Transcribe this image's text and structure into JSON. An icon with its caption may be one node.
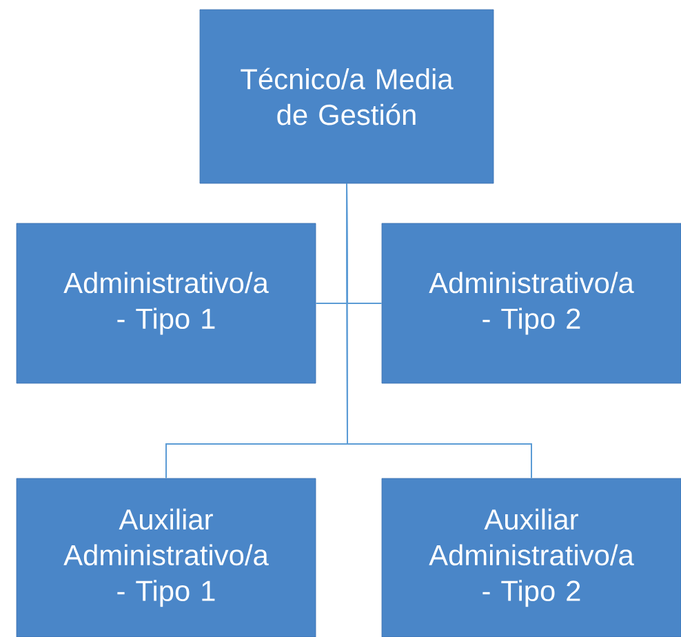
{
  "diagram": {
    "nodes": [
      {
        "text": [
          "Técnico/a Media de Gestión"
        ]
      },
      {
        "text": [
          "Administrativo/a - Tipo 1"
        ]
      },
      {
        "text": [
          "Administrativo/a - Tipo 2"
        ]
      },
      {
        "text": [
          "Auxiliar Administrativo/a - Tipo 1"
        ]
      },
      {
        "text": [
          "Auxiliar Administrativo/a - Tipo 2"
        ]
      }
    ],
    "edges": [
      {
        "from": 0,
        "to": 1,
        "arrow": "none"
      },
      {
        "from": 0,
        "to": 2,
        "arrow": "none"
      },
      {
        "from": 0,
        "to": 3,
        "arrow": "none"
      },
      {
        "from": 0,
        "to": 4,
        "arrow": "none"
      }
    ]
  }
}
